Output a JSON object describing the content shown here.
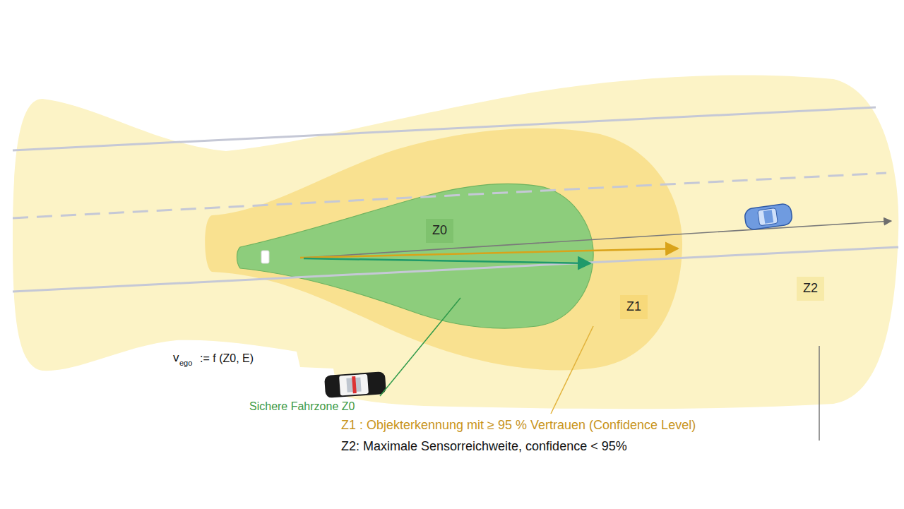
{
  "diagram": {
    "nodes": [
      {
        "text": [
          "Z2"
        ]
      },
      {
        "text": [
          "Z1"
        ],
        "in": 0
      },
      {
        "text": [
          "Z0"
        ],
        "in": 1
      }
    ],
    "labels": [
      "v",
      "ego",
      ":= f (Z0, E)",
      "Sichere Fahrzone Z0",
      "Z1 : Objekterkennung mit ≥ 95 % Vertrauen (Confidence Level)",
      "Z2: Maximale Sensorreichweite, confidence < 95%"
    ]
  }
}
